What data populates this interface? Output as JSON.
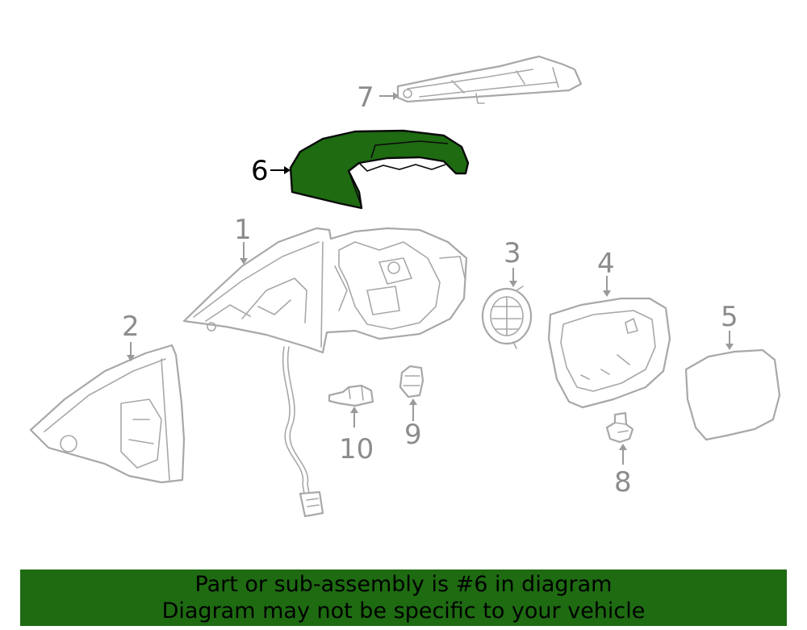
{
  "diagram": {
    "callouts": {
      "c1": "1",
      "c2": "2",
      "c3": "3",
      "c4": "4",
      "c5": "5",
      "c6": "6",
      "c7": "7",
      "c8": "8",
      "c9": "9",
      "c10": "10"
    },
    "highlighted_part": "6",
    "colors": {
      "highlight": "#1e6b12",
      "part_outline": "#a8a8a8",
      "banner": "#1e6b12"
    }
  },
  "banner": {
    "line1": "Part or sub-assembly is #6 in diagram",
    "line2": "Diagram may not be specific to your vehicle"
  }
}
